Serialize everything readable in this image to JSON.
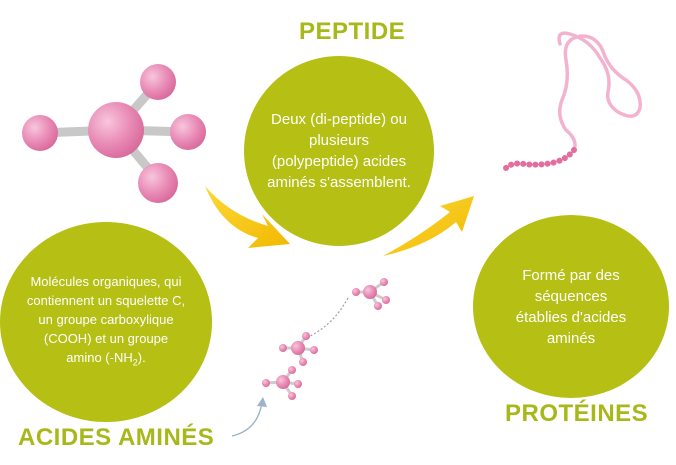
{
  "headings": {
    "peptide": "PEPTIDE",
    "acides_amines": "ACIDES AMINÉS",
    "proteines": "PROTÉINES"
  },
  "bubbles": {
    "peptide": "Deux (di-peptide) ou plusieurs (polypeptide) acides aminés s'assemblent.",
    "acides_amines_text": "Molécules organiques, qui contiennent un squelette C, un groupe carboxylique (COOH) et un groupe amino (-NH",
    "acides_amines_sub": "2",
    "acides_amines_end": ").",
    "proteines": "Formé par des séquences établies d'acides aminés"
  },
  "colors": {
    "green": "#b5bf14",
    "heading_green": "#a8b81a",
    "pink": "#e889b4",
    "yellow_arrow": "#f7c500",
    "grey": "#c8c8c8"
  }
}
